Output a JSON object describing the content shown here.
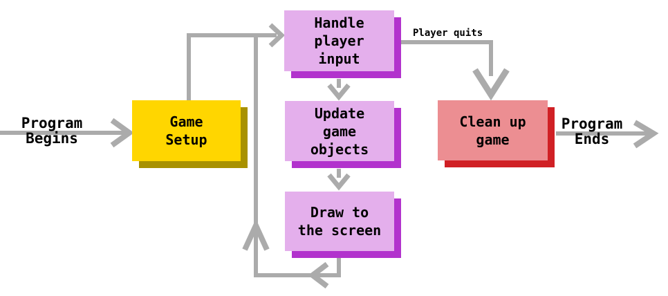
{
  "colors": {
    "arrow": "#ABABAB",
    "purple_fill": "#E4AFEC",
    "purple_shadow": "#B232CD",
    "yellow_fill": "#FFD600",
    "yellow_shadow": "#A89100",
    "red_fill": "#EC8E92",
    "red_shadow": "#D02025",
    "text": "#000000"
  },
  "nodes": {
    "game_setup": {
      "lines": [
        "Game",
        "Setup"
      ]
    },
    "handle_input": {
      "lines": [
        "Handle",
        "player",
        "input"
      ]
    },
    "update_objects": {
      "lines": [
        "Update",
        "game",
        "objects"
      ]
    },
    "draw_screen": {
      "lines": [
        "Draw to",
        "the screen"
      ]
    },
    "clean_up": {
      "lines": [
        "Clean up",
        "game"
      ]
    }
  },
  "labels": {
    "program_begins": {
      "lines": [
        "Program",
        "Begins"
      ]
    },
    "program_ends": {
      "lines": [
        "Program",
        "Ends"
      ]
    },
    "player_quits": "Player quits"
  }
}
